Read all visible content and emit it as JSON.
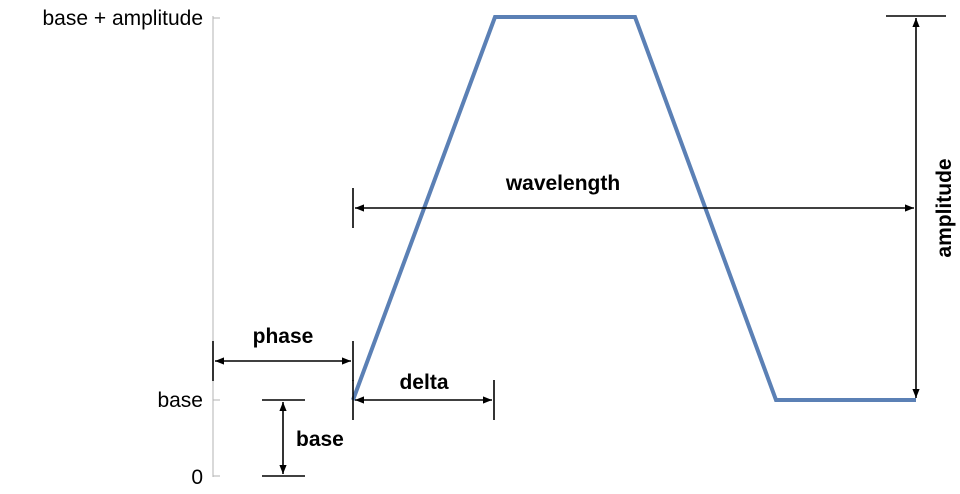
{
  "axis": {
    "ticks": [
      {
        "label": "base + amplitude"
      },
      {
        "label": "base"
      },
      {
        "label": "0"
      }
    ]
  },
  "annotations": {
    "wavelength": "wavelength",
    "amplitude": "amplitude",
    "phase": "phase",
    "delta": "delta",
    "base": "base"
  },
  "colors": {
    "waveform": "#5b80b5",
    "axis": "#b3b3b3",
    "annotation": "#000000"
  }
}
